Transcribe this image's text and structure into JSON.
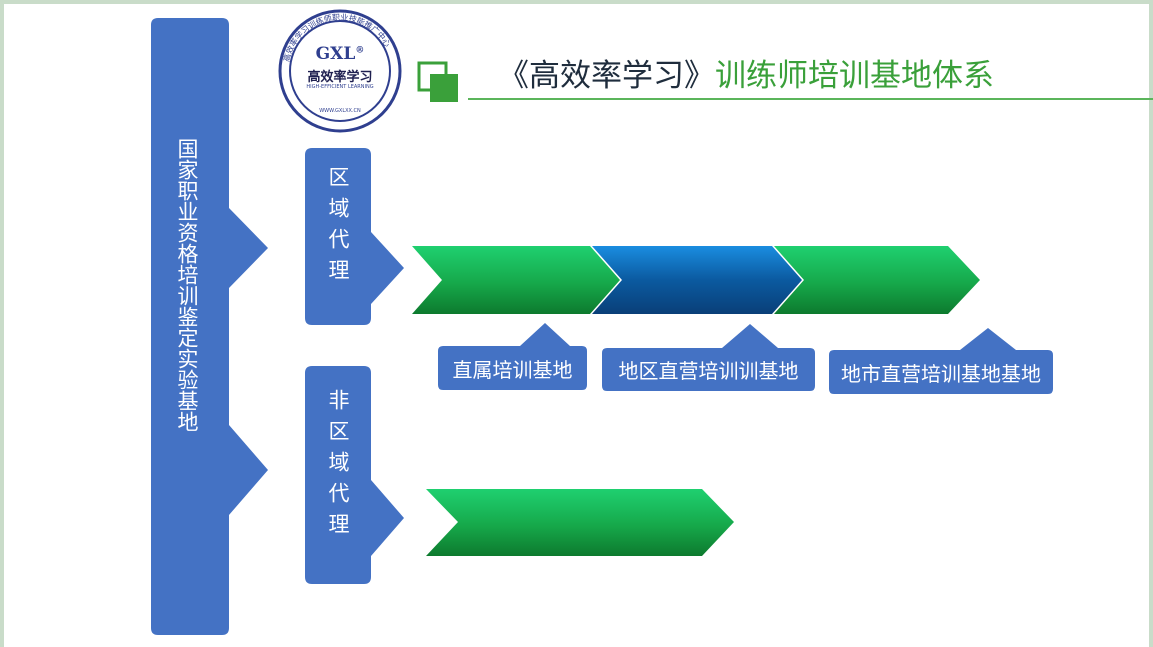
{
  "header": {
    "title_part1": "《高效率学习》",
    "title_part2": "训练师培训基地体系"
  },
  "logo": {
    "brand": "GXL",
    "registered": "®",
    "name_cn": "高效率学习",
    "name_en": "HIGH-EFFICIENT LEARNING",
    "url": "WWW.GXLXX.CN",
    "arc_text": "高效率学习训练师职业技能推广中心"
  },
  "diagram": {
    "root_label": "国家职业资格培训鉴定实验基地",
    "branch_regional": "区域代理",
    "branch_non_regional": "非区域代理",
    "base_direct": "直属培训基地",
    "base_region_direct": "地区直营培训训基地",
    "base_city_direct": "地市直营培训基地基地"
  },
  "colors": {
    "box_blue": "#4472c4",
    "arrow_green": "#1a9c3e",
    "arrow_blue": "#0b5aa0",
    "title_green": "#3aa03a",
    "logo_navy": "#2f3f8f"
  }
}
